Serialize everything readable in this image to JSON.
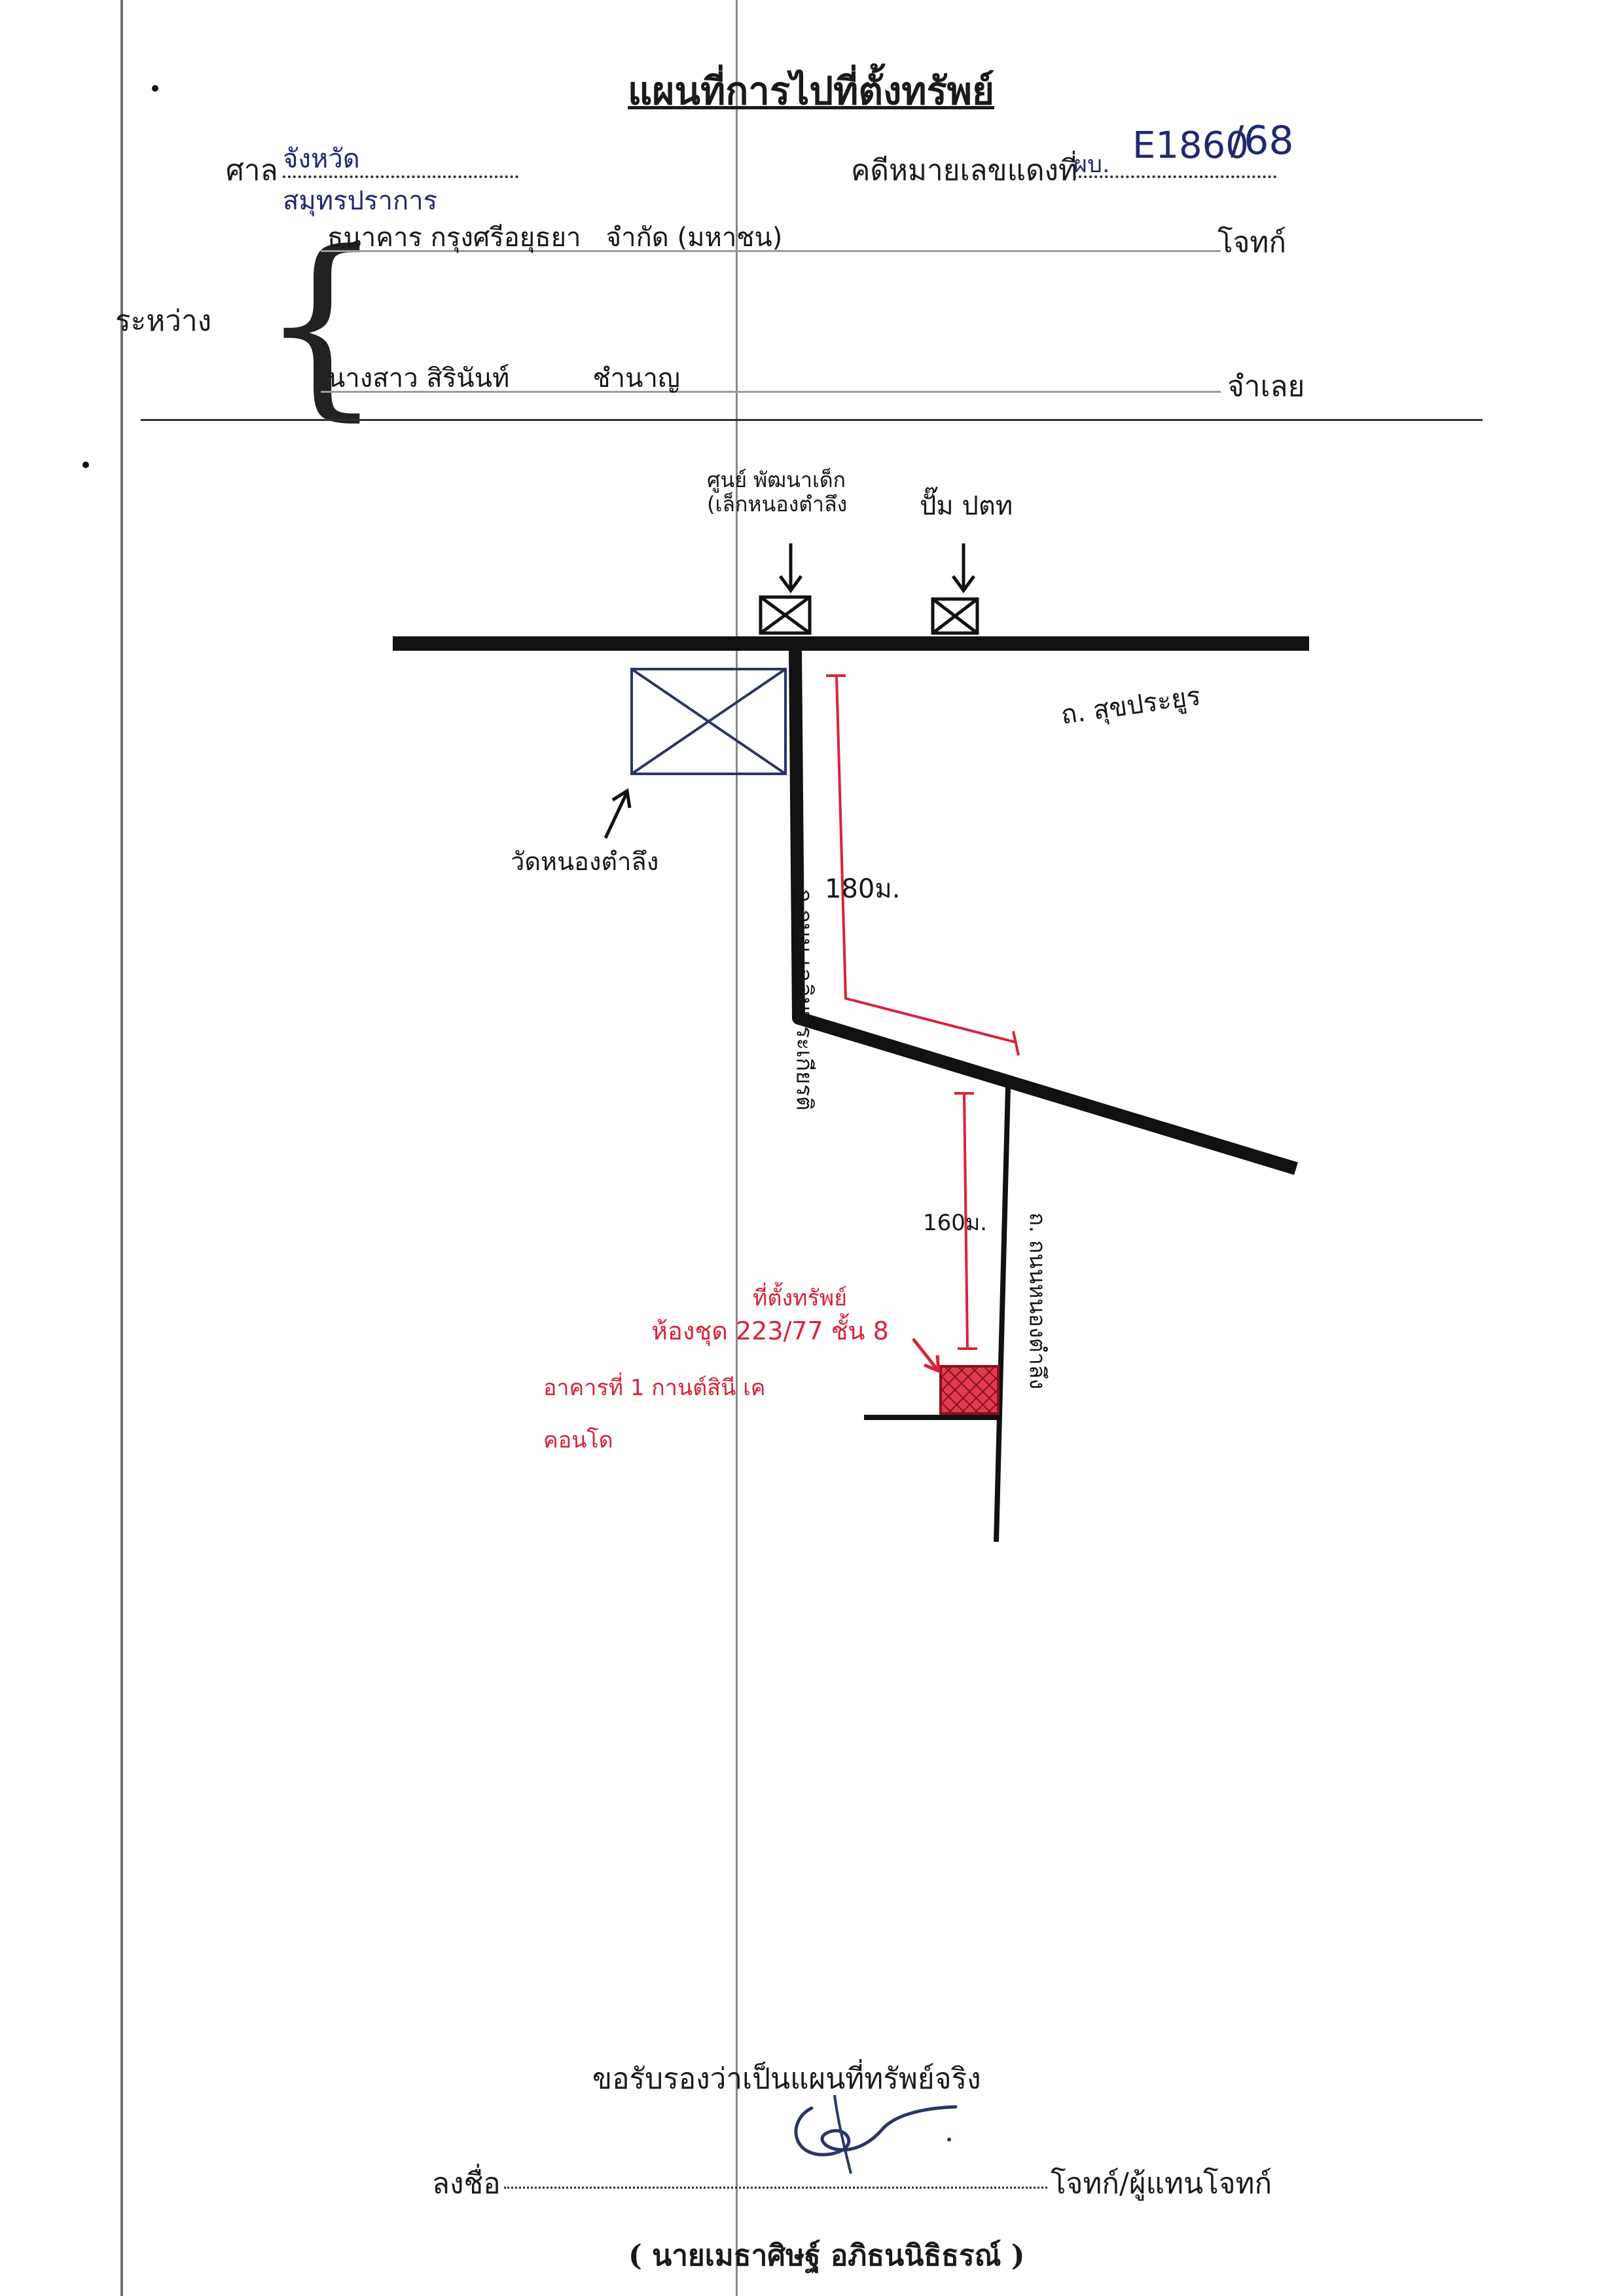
{
  "document": {
    "title": "แผนที่การไปที่ตั้งทรัพย์",
    "court_label": "ศาล",
    "court_value": "จังหวัด สมุทรปราการ",
    "case_label": "คดีหมายเลขแดงที่",
    "case_prefix": "ผบ.",
    "case_number": "E1860",
    "case_year": "/68",
    "between_label": "ระหว่าง",
    "plaintiff_value": "ธนาคาร กรุงศรีอยุธยา   จำกัด (มหาชน)",
    "plaintiff_label": "โจทก์",
    "defendant_value": "นางสาว สิรินันท์          ชำนาญ",
    "defendant_label": "จำเลย"
  },
  "map": {
    "landmark_center": "ศูนย์ พัฒนาเด็ก\n(เล็กหนองตำลึง",
    "landmark_pump": "ปั๊ม ปตท",
    "road_main": "ถ. สุขประยูร",
    "temple": "วัดหนองตำลึง",
    "road_side": "ถ.ถนน เฉลิมพระเกียรติ",
    "road_lower": "ถ. ถนนหนองตำลึง",
    "distance_1": "180ม.",
    "distance_2": "160ม.",
    "property_heading": "ที่ตั้งทรัพย์",
    "property_line1": "ห้องชุด 223/77 ชั้น 8",
    "property_line2": "อาคารที่ 1 กานต์สินี เค",
    "property_line3": "คอนโด",
    "colors": {
      "ink": "#161616",
      "red": "#d8233a",
      "blue": "#2a3566"
    }
  },
  "footer": {
    "certify": "ขอรับรองว่าเป็นแผนที่ทรัพย์จริง",
    "sign_label": "ลงชื่อ",
    "sign_role": "โจทก์/ผู้แทนโจทก์",
    "name": "( นายเมธาศิษฐ์ อภิธนนิธิธรณ์ )"
  }
}
